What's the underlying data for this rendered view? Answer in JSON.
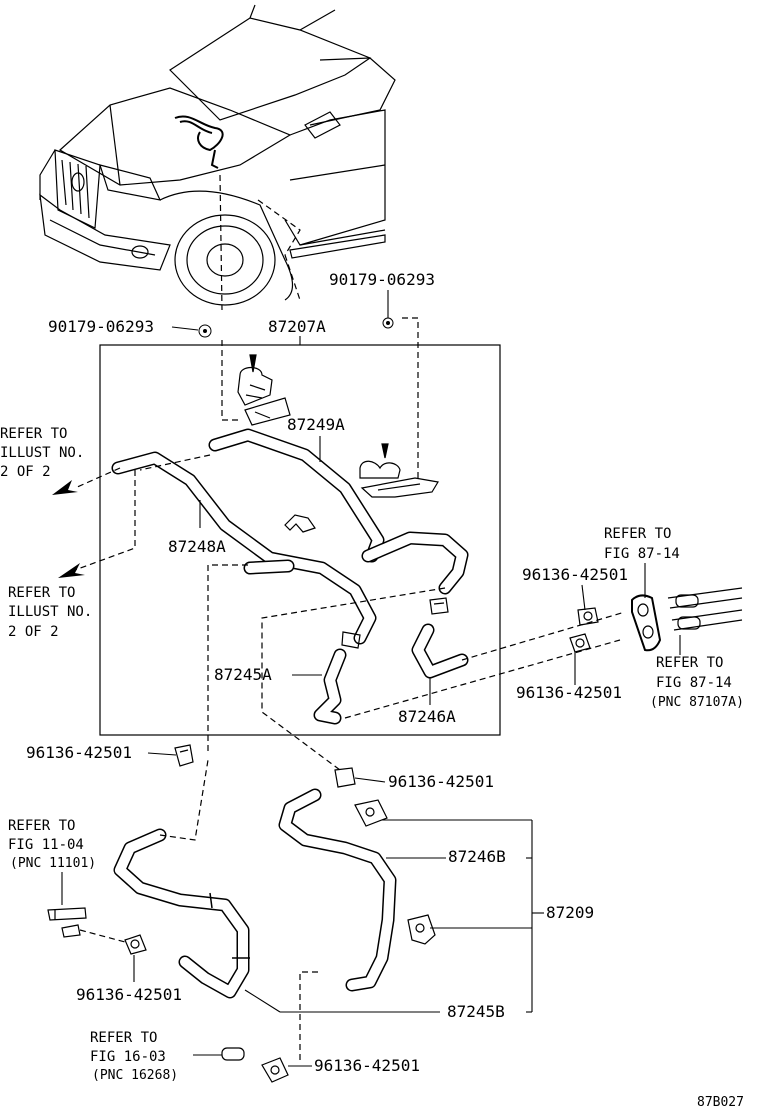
{
  "labels": {
    "bolt_top_right": "90179-06293",
    "bolt_top_left": "90179-06293",
    "assy_upper": "87207A",
    "hose_87249a": "87249A",
    "hose_87248a": "87248A",
    "hose_87245a": "87245A",
    "hose_87246a": "87246A",
    "clamp_mid_upper": "96136-42501",
    "clamp_mid_lower": "96136-42501",
    "clamp_left": "96136-42501",
    "clamp_center": "96136-42501",
    "clamp_lower_left": "96136-42501",
    "clamp_bottom": "96136-42501",
    "hose_87246b": "87246B",
    "assy_lower": "87209",
    "hose_87245b": "87245B",
    "diagram_code": "87B027"
  },
  "refer_illust_upper": [
    "REFER TO",
    "ILLUST NO.",
    "2 OF 2"
  ],
  "refer_illust_lower": [
    "REFER TO",
    "ILLUST NO.",
    "2 OF 2"
  ],
  "refer_fig_87_14_upper": [
    "REFER TO",
    "FIG 87-14"
  ],
  "refer_fig_87_14_lower": [
    "REFER TO",
    "FIG 87-14",
    "(PNC 87107A)"
  ],
  "refer_fig_11_04": [
    "REFER TO",
    "FIG 11-04",
    "(PNC 11101)"
  ],
  "refer_fig_16_03": [
    "REFER TO",
    "FIG 16-03",
    "(PNC 16268)"
  ]
}
